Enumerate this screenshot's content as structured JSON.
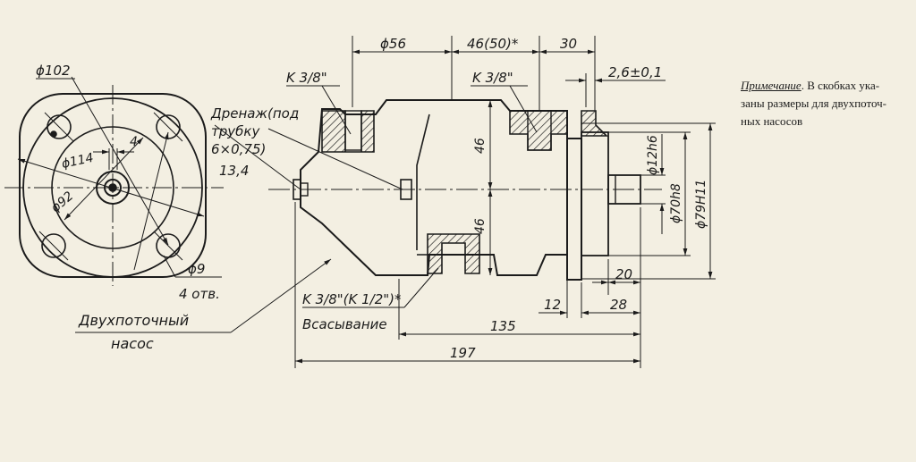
{
  "note": {
    "title": "Примечание",
    "lines": [
      "В скобках ука-",
      "заны размеры для двухпоточ-",
      "ных насосов"
    ]
  },
  "front_view": {
    "dia_102": "ϕ102",
    "dia_114": "ϕ114",
    "dia_92": "ϕ92",
    "dim_4": "4",
    "dia_9": "ϕ9",
    "holes": "4 отв."
  },
  "callouts": {
    "drain_1": "Дренаж(под",
    "drain_2": "трубку",
    "drain_3": "6×0,75)",
    "drain_4": "13,4",
    "pump_1": "Двухпоточный",
    "pump_2": "насос",
    "port_left": "K 3/8\"",
    "port_right": "K 3/8\"",
    "suction_port": "K 3/8\"(K 1/2\")*",
    "suction": "Всасывание"
  },
  "dimensions": {
    "d56": "ϕ56",
    "d46_50": "46(50)*",
    "d30": "30",
    "d2_6": "2,6±0,1",
    "d46_top": "46",
    "d46_bottom": "46",
    "d12h6": "ϕ12h6",
    "d70h8": "ϕ70h8",
    "d79h11": "ϕ79H11",
    "d20": "20",
    "d12": "12",
    "d28": "28",
    "d135": "135",
    "d197": "197"
  }
}
